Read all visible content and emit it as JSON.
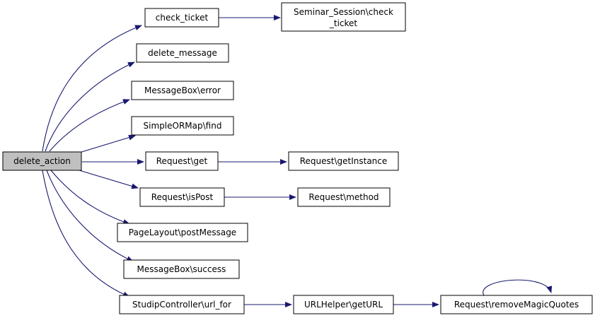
{
  "colors": {
    "edge": "#191970",
    "root_fill": "#bfbfbf",
    "node_fill": "#ffffff",
    "node_border": "#000000"
  },
  "nodes": {
    "delete_action": "delete_action",
    "check_ticket": "check_ticket",
    "seminar_check_ticket_1": "Seminar_Session\\check",
    "seminar_check_ticket_2": "_ticket",
    "delete_message": "delete_message",
    "messagebox_error": "MessageBox\\error",
    "simpleormap_find": "SimpleORMap\\find",
    "request_get": "Request\\get",
    "request_getinstance": "Request\\getInstance",
    "request_ispost": "Request\\isPost",
    "request_method": "Request\\method",
    "pagelayout_postmessage": "PageLayout\\postMessage",
    "messagebox_success": "MessageBox\\success",
    "studipcontroller_url_for": "StudipController\\url_for",
    "urlhelper_geturl": "URLHelper\\getURL",
    "request_removemagicquotes": "Request\\removeMagicQuotes"
  }
}
